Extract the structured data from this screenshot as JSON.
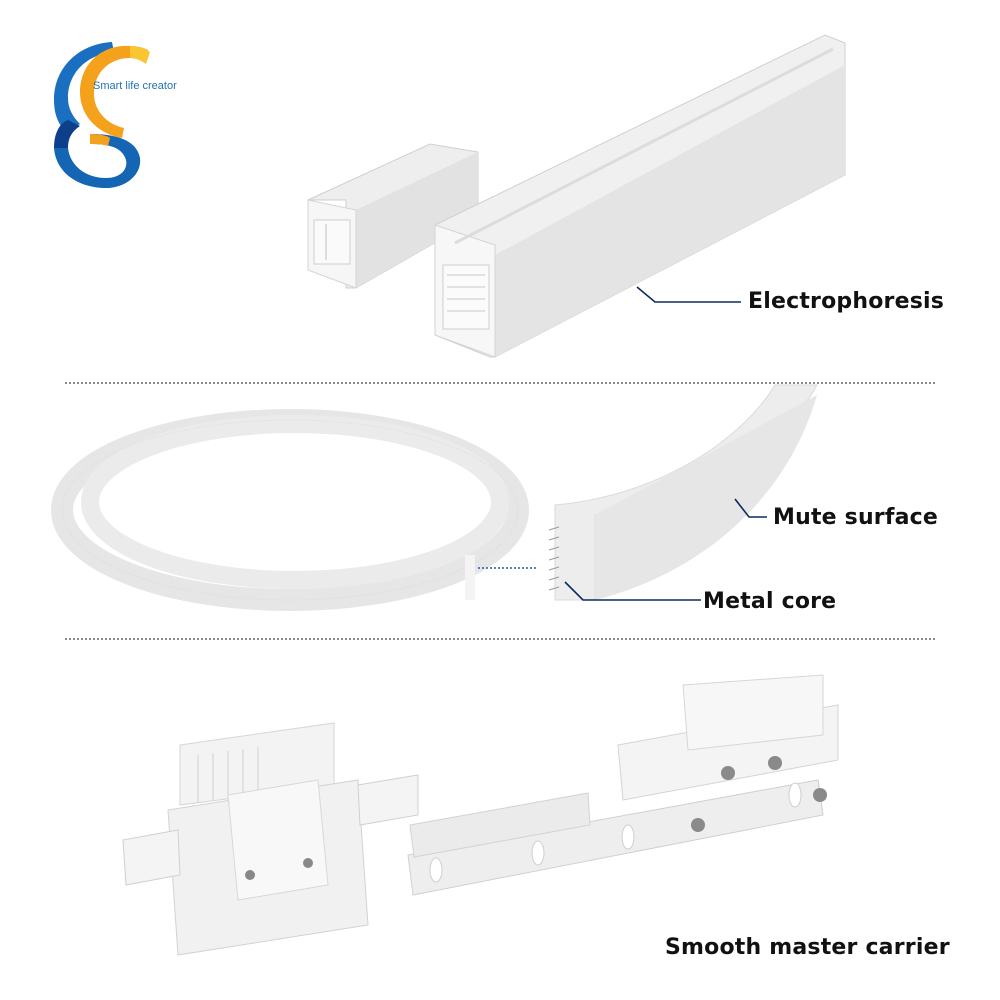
{
  "brand": {
    "tagline": "Smart life creator",
    "colors": {
      "blue": "#1466b5",
      "dark_blue": "#0d3f8a",
      "orange": "#f4a21c",
      "yellow": "#f9c531"
    }
  },
  "sections": [
    {
      "id": "rail",
      "label": "Electrophoresis",
      "leader_color": "#0b2a5e"
    },
    {
      "id": "belt",
      "labels": [
        "Mute surface",
        "Metal core"
      ],
      "leader_color": "#0b2a5e"
    },
    {
      "id": "carrier",
      "label": "Smooth master carrier"
    }
  ],
  "divider_color": "#8a8a8a"
}
